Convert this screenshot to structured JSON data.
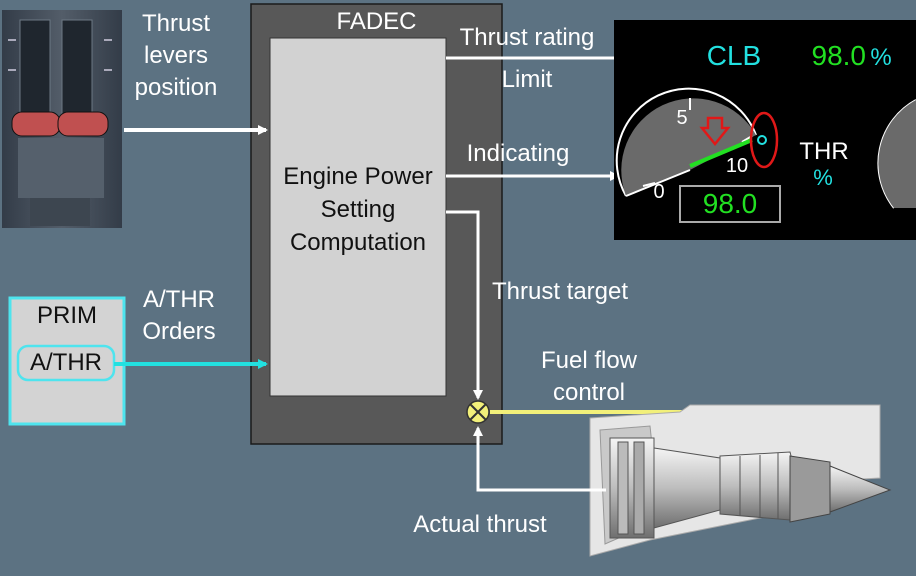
{
  "inputs": {
    "thrust_levers_label": "Thrust\nlevers\nposition",
    "athr_orders_label": "A/THR\nOrders",
    "prim_title": "PRIM",
    "prim_button": "A/THR"
  },
  "fadec": {
    "title": "FADEC",
    "computation_label": "Engine Power\nSetting\nComputation"
  },
  "signals": {
    "thrust_rating": "Thrust rating",
    "limit": "Limit",
    "indicating": "Indicating",
    "thrust_target": "Thrust target",
    "fuel_flow_control": "Fuel flow\ncontrol",
    "actual_thrust": "Actual thrust"
  },
  "display": {
    "mode": "CLB",
    "limit_value": "98.0",
    "limit_unit": "%",
    "gauge_tick_0": "0",
    "gauge_tick_5": "5",
    "gauge_tick_10": "10",
    "readout_value": "98.0",
    "param_label": "THR",
    "param_unit": "%",
    "thrust_percent": 98.0,
    "colors": {
      "mode": "#22e0e0",
      "value": "#22e022",
      "marker": "#e01818"
    }
  }
}
